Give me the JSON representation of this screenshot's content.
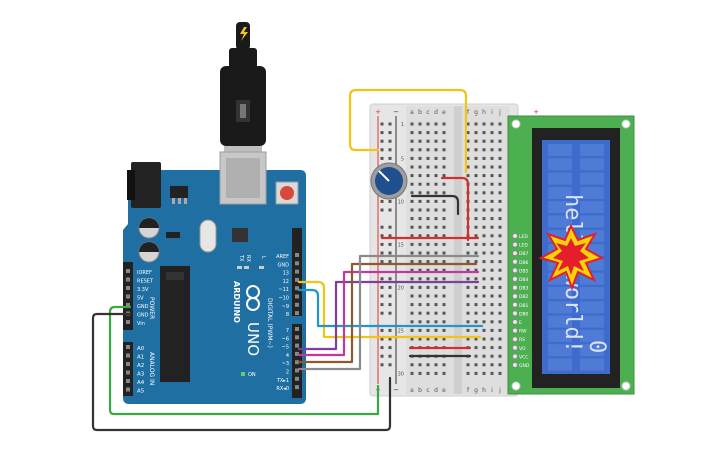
{
  "arduino": {
    "brand": "ARDUINO",
    "model": "UNO",
    "digital_label": "DIGITAL (PWM~)",
    "power_label": "POWER",
    "analog_label": "ANALOG IN",
    "tx_label": "TX",
    "rx_label": "RX",
    "l_label": "L",
    "on_label": "ON",
    "power_pins": [
      "IOREF",
      "RESET",
      "3.3V",
      "5V",
      "GND",
      "GND",
      "Vin"
    ],
    "analog_pins": [
      "A0",
      "A1",
      "A2",
      "A3",
      "A4",
      "A5"
    ],
    "digital_pins": [
      "AREF",
      "GND",
      "13",
      "12",
      "~11",
      "~10",
      "~9",
      "8",
      "7",
      "~6",
      "~5",
      "4",
      "~3",
      "2",
      "TX▸1",
      "RX◂0"
    ]
  },
  "breadboard": {
    "plus": "+",
    "minus": "−",
    "cols_left": [
      "a",
      "b",
      "c",
      "d",
      "e"
    ],
    "cols_right": [
      "f",
      "g",
      "h",
      "i",
      "j"
    ],
    "row_numbers": [
      "1",
      "5",
      "10",
      "15",
      "20",
      "25",
      "30"
    ]
  },
  "lcd": {
    "line1": "hello,world!",
    "line2": "0",
    "pins": [
      "LED",
      "LED",
      "DB7",
      "DB6",
      "DB5",
      "DB4",
      "DB3",
      "DB2",
      "DB1",
      "DB0",
      "E",
      "RW",
      "RS",
      "VO",
      "VCC",
      "GND"
    ],
    "backlight_color": "#3e6ccc",
    "board_color": "#4caf50"
  },
  "colors": {
    "board": "#1f6fa3",
    "wire_yellow": "#f2c416",
    "wire_red": "#d32f2f",
    "wire_black": "#333333",
    "wire_green": "#3aa843",
    "wire_blue": "#2196c9",
    "wire_purple": "#7b3fa0",
    "wire_magenta": "#c2389e",
    "wire_brown": "#8d5a2b",
    "wire_gray": "#8a8a8a",
    "pot_knob": "#1f4f8c"
  }
}
